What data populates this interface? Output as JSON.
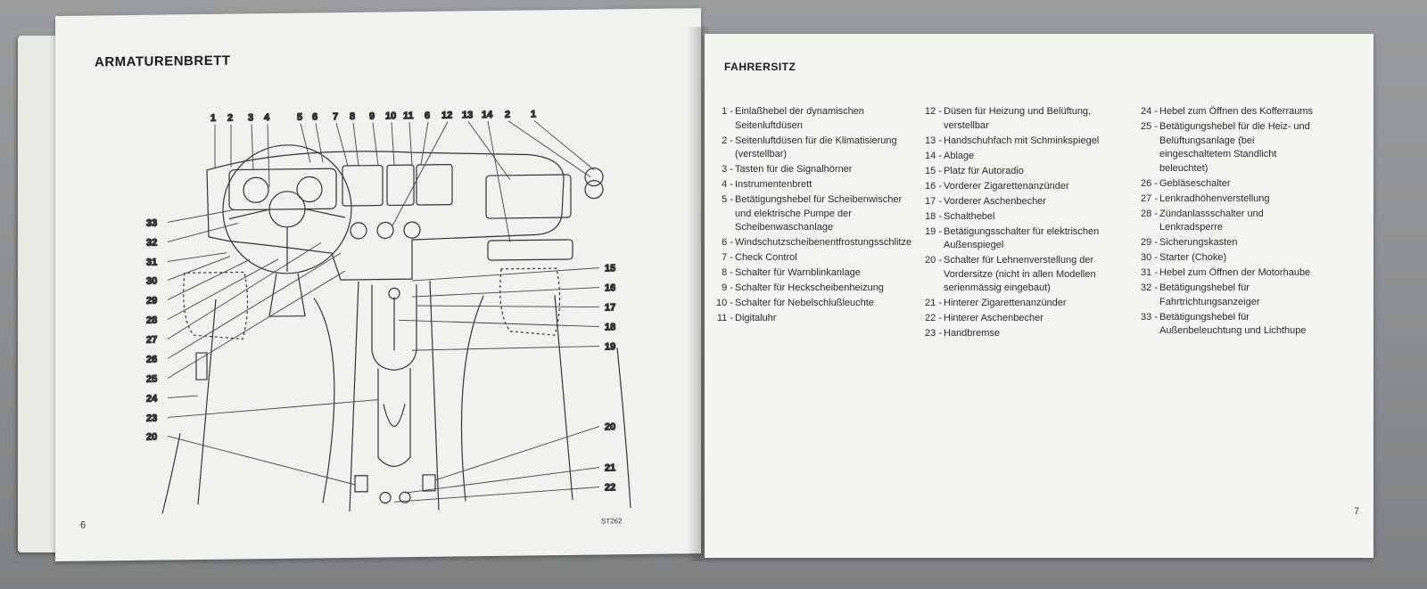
{
  "left_page": {
    "heading": "ARMATURENBRETT",
    "page_number": "6",
    "figure_code": "ST262",
    "callouts_top": [
      "1",
      "2",
      "3",
      "4",
      "5",
      "6",
      "7",
      "8",
      "9",
      "10",
      "11",
      "6",
      "12",
      "13",
      "14",
      "2",
      "1"
    ],
    "callouts_left": [
      "33",
      "32",
      "31",
      "30",
      "29",
      "28",
      "27",
      "26",
      "25",
      "24",
      "23",
      "20"
    ],
    "callouts_right": [
      "15",
      "16",
      "17",
      "18",
      "19",
      "20",
      "21",
      "22"
    ]
  },
  "right_page": {
    "heading": "FAHRERSITZ",
    "page_number": "7",
    "column_1": [
      {
        "num": "1 -",
        "text": "Einlaßhebel der dynamischen Seitenluftdüsen"
      },
      {
        "num": "2 -",
        "text": "Seitenluftdüsen für die Klimatisierung (verstellbar)"
      },
      {
        "num": "3 -",
        "text": "Tasten für die Signalhörner"
      },
      {
        "num": "4 -",
        "text": "Instrumentenbrett"
      },
      {
        "num": "5 -",
        "text": "Betätigungshebel für Scheibenwischer und elektrische Pumpe der Scheibenwaschanlage"
      },
      {
        "num": "6 -",
        "text": "Windschutzscheibenentfrostungsschlitze"
      },
      {
        "num": "7 -",
        "text": "Check Control"
      },
      {
        "num": "8 -",
        "text": "Schalter für Warnblinkanlage"
      },
      {
        "num": "9 -",
        "text": "Schalter für Heckscheibenheizung"
      },
      {
        "num": "10 -",
        "text": "Schalter für Nebelschlußleuchte"
      },
      {
        "num": "11 -",
        "text": "Digitaluhr"
      }
    ],
    "column_2": [
      {
        "num": "12 -",
        "text": "Düsen für Heizung und Belüftung, verstellbar"
      },
      {
        "num": "13 -",
        "text": "Handschuhfach mit Schminkspiegel"
      },
      {
        "num": "14 -",
        "text": "Ablage"
      },
      {
        "num": "15 -",
        "text": "Platz für Autoradio"
      },
      {
        "num": "16 -",
        "text": "Vorderer Zigarettenanzünder"
      },
      {
        "num": "17 -",
        "text": "Vorderer Aschenbecher"
      },
      {
        "num": "18 -",
        "text": "Schalthebel"
      },
      {
        "num": "19 -",
        "text": "Betätigungsschalter für elektrischen Außenspiegel"
      },
      {
        "num": "20 -",
        "text": "Schalter für Lehnenverstellung der Vordersitze (nicht in allen Modellen serienmässig eingebaut)"
      },
      {
        "num": "21 -",
        "text": "Hinterer Zigarettenanzünder"
      },
      {
        "num": "22 -",
        "text": "Hinterer Aschenbecher"
      },
      {
        "num": "23 -",
        "text": "Handbremse"
      }
    ],
    "column_3": [
      {
        "num": "24 -",
        "text": "Hebel zum Öffnen des Kofferraums"
      },
      {
        "num": "25 -",
        "text": "Betätigungshebel für die Heiz- und Belüftungsanlage (bei eingeschaltetem Standlicht beleuchtet)"
      },
      {
        "num": "26 -",
        "text": "Gebläseschalter"
      },
      {
        "num": "27 -",
        "text": "Lenkradhöhenverstellung"
      },
      {
        "num": "28 -",
        "text": "Zündanlassschalter und Lenkradsperre"
      },
      {
        "num": "29 -",
        "text": "Sicherungskasten"
      },
      {
        "num": "30 -",
        "text": "Starter (Choke)"
      },
      {
        "num": "31 -",
        "text": "Hebel zum Öffnen der Motorhaube"
      },
      {
        "num": "32 -",
        "text": "Betätigungshebel für Fahrtrichtungsanzeiger"
      },
      {
        "num": "33 -",
        "text": "Betätigungshebel für Außenbeleuchtung und Lichthupe"
      }
    ]
  }
}
